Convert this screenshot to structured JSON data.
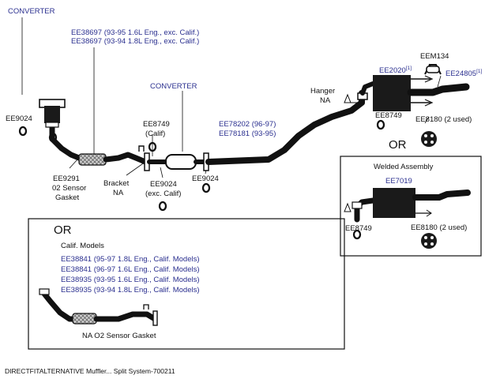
{
  "labels": {
    "converter_top": "CONVERTER",
    "part_ee38697_a": "EE38697 (93-95 1.6L Eng., exc. Calif.)",
    "part_ee38697_b": "EE38697 (93-94 1.8L Eng., exc. Calif.)",
    "converter_mid": "CONVERTER",
    "ee9024_left": "EE9024",
    "ee8749_calif": "EE8749",
    "calif": "(Calif)",
    "part_ee78202": "EE78202 (96-97)",
    "part_ee78181": "EE78181 (93-95)",
    "hanger": "Hanger",
    "hanger_na": "NA",
    "ee2020": "EE2020",
    "ee2020_sup": "[1]",
    "eem134": "EEM134",
    "ee24805": "EE24805",
    "ee24805_sup": "[1]",
    "ee8749_right": "EE8749",
    "ee8180_top": "EE8180 (2 used)",
    "or_right": "OR",
    "ee9291": "EE9291",
    "o2_sensor": "02 Sensor",
    "gasket": "Gasket",
    "bracket": "Bracket",
    "bracket_na": "NA",
    "ee9024_exc": "EE9024",
    "exc_calif": "(exc. Calif)",
    "ee9024_right": "EE9024",
    "welded_assembly": "Welded Assembly",
    "ee7019": "EE7019",
    "ee8749_box": "EE8749",
    "ee8180_box": "EE8180 (2 used)",
    "or_box": "OR",
    "calif_models": "Calif. Models",
    "part_ee38841_a": "EE38841 (95-97 1.8L Eng., Calif. Models)",
    "part_ee38841_b": "EE38841 (96-97 1.6L Eng., Calif. Models)",
    "part_ee38935_a": "EE38935 (93-95 1.6L Eng., Calif. Models)",
    "part_ee38935_b": "EE38935 (93-94 1.8L Eng., Calif. Models)",
    "na_o2_gasket": "NA O2 Sensor Gasket",
    "footer": "DIRECTFITALTERNATIVE Muffler... Split System-700211"
  }
}
